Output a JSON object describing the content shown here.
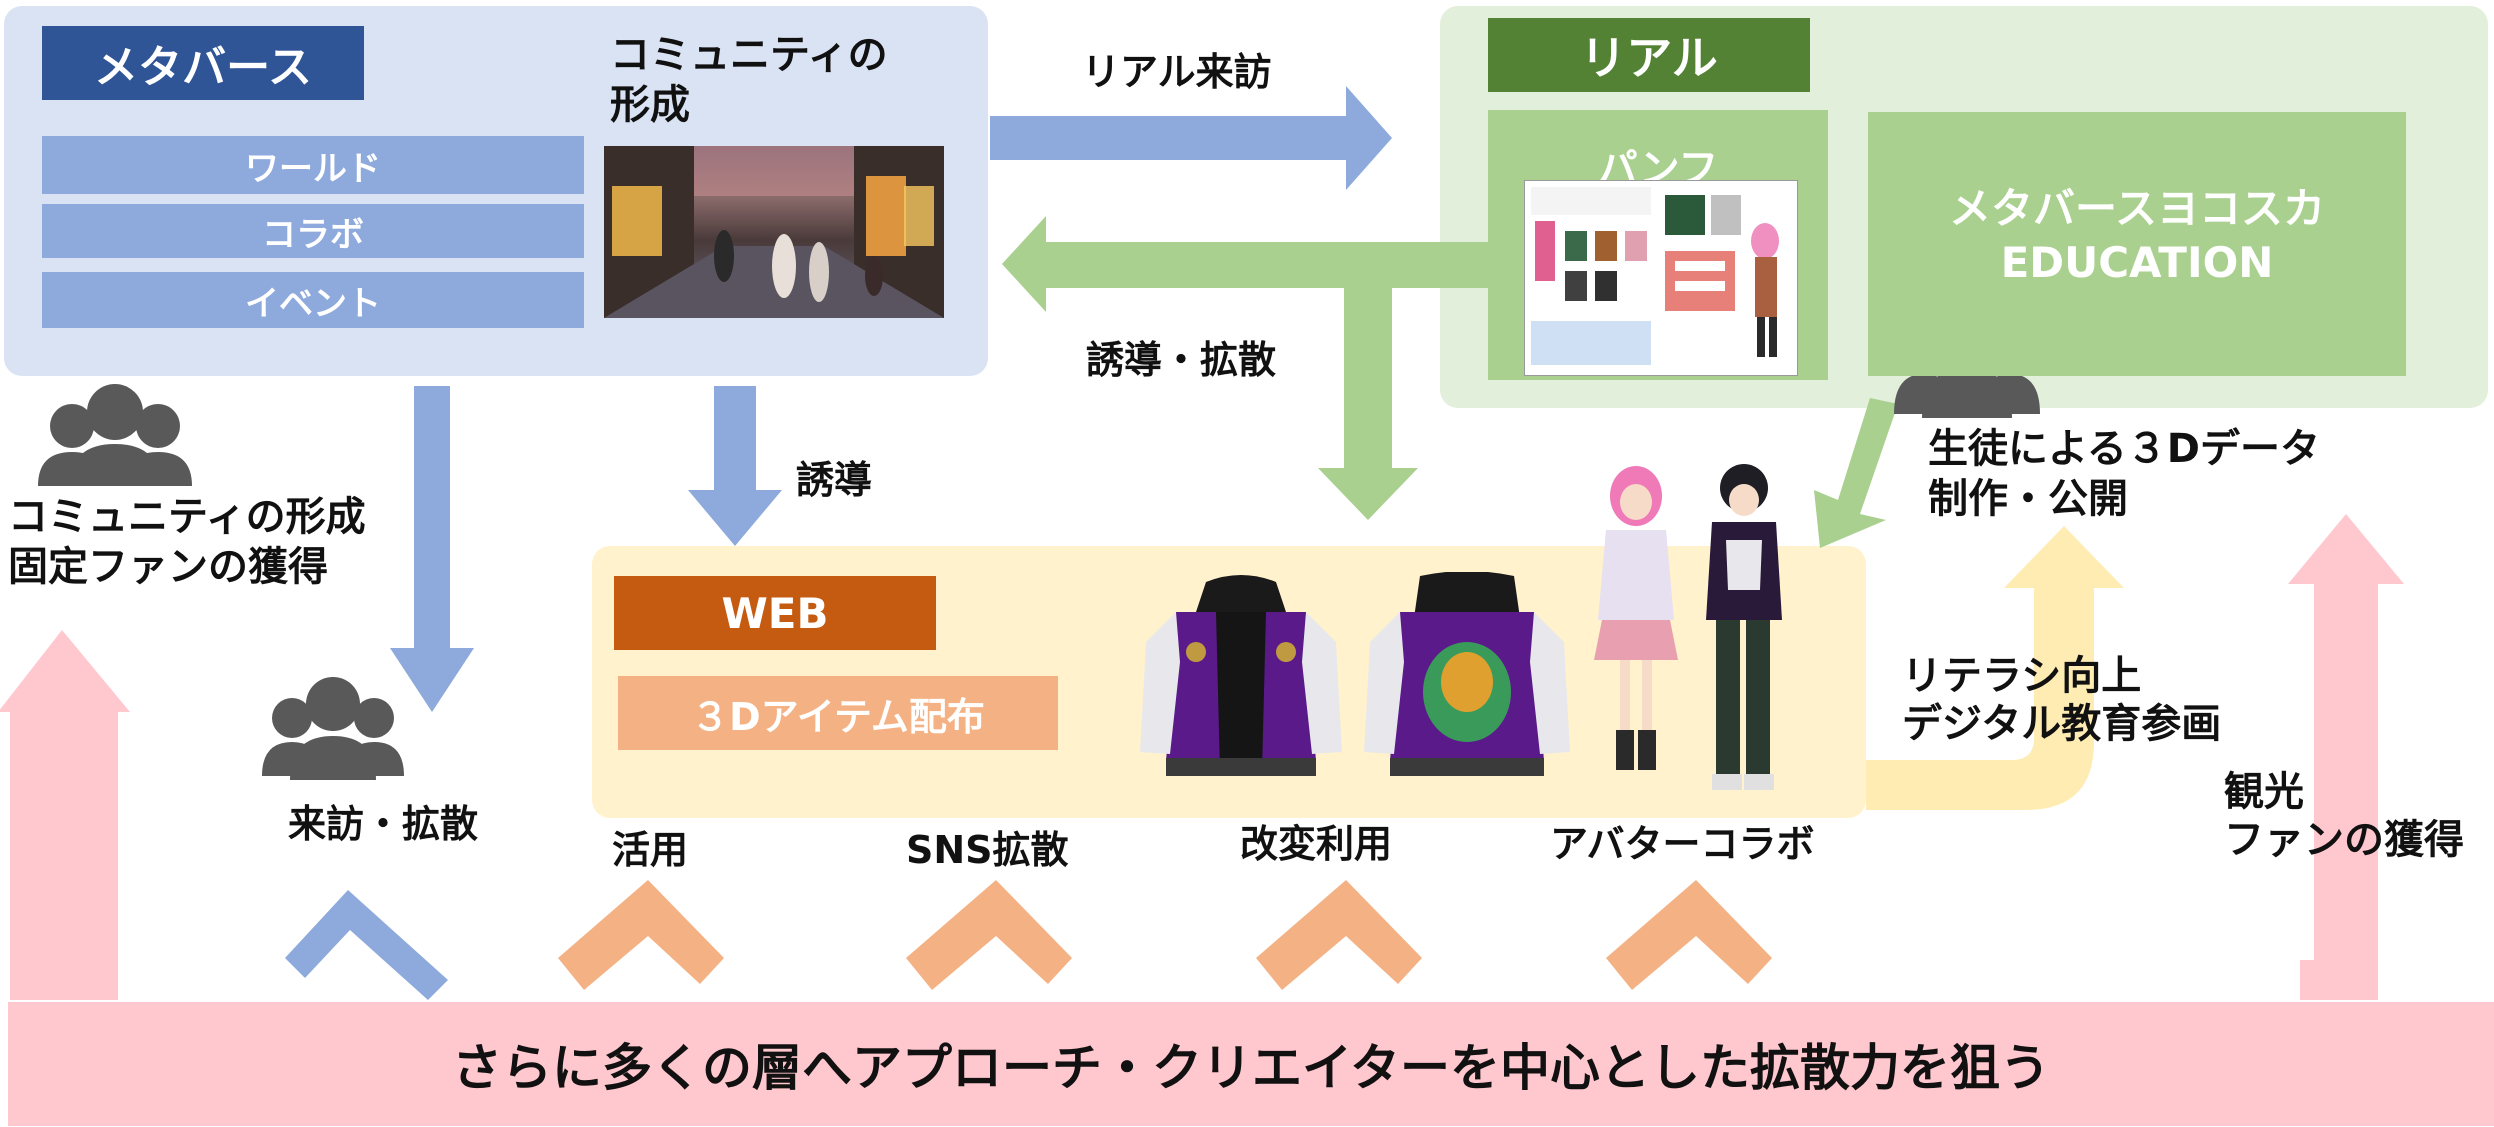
{
  "metaverse": {
    "title": "メタバース",
    "items": [
      "ワールド",
      "コラボ",
      "イベント"
    ],
    "community_heading": "コミュニティの\n形成"
  },
  "real": {
    "title": "リアル",
    "pamphlet": "パンフ",
    "education": "メタバースヨコスカ\nEDUCATION"
  },
  "web": {
    "title": "WEB",
    "item_dist": "３Dアイテム配布"
  },
  "labels": {
    "real_visit": "リアル来訪",
    "guide_spread": "誘導・拡散",
    "guide": "誘導",
    "community_fans": "コミュニティの形成\n固定ファンの獲得",
    "visit_spread": "来訪・拡散",
    "use": "活用",
    "sns": "SNS拡散",
    "modify": "改変利用",
    "avatar_collab": "アバターコラボ",
    "student_3d": "生徒による３Dデータ\n制作・公開",
    "literacy": "リテラシ向上\nデジタル教育参画",
    "tourism": "観光\nファンの獲得"
  },
  "footer": {
    "text": "さらに多くの層へアプローチ・クリエイターを中心とした拡散力を狙う"
  },
  "colors": {
    "blue_panel": "#dae3f3",
    "blue_arrow": "#8eaadc",
    "green_panel": "#e2efda",
    "green_box": "#a9d08e",
    "green_dark": "#548235",
    "green_arrow": "#a9d08e",
    "navy": "#2f5597",
    "orange_dark": "#c55a11",
    "orange_light": "#f4b183",
    "yellow_panel": "#fff2cc",
    "pink": "#ffc7ce",
    "gray_people": "#595959"
  }
}
